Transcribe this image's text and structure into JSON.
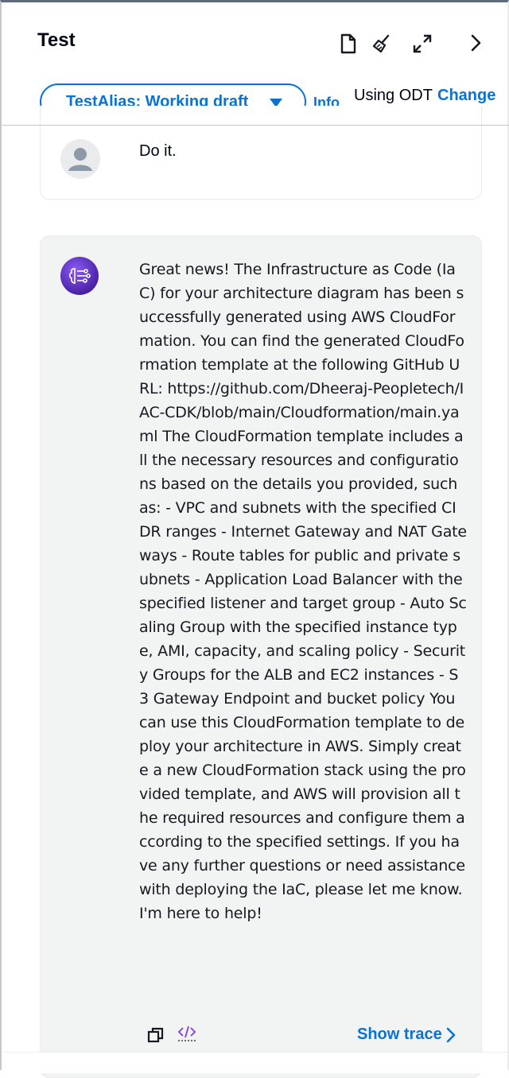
{
  "panel": {
    "title": "Test",
    "alias_select": "TestAlias: Working draft",
    "info_link": "Info",
    "odt_label": "Using ODT",
    "change_link": "Change"
  },
  "icons": {
    "header": [
      "document-icon",
      "broom-icon",
      "expand-icon",
      "chevron-right-icon"
    ],
    "message": [
      "copy-icon",
      "code-icon"
    ]
  },
  "messages": [
    {
      "role": "user",
      "text": "Do it."
    },
    {
      "role": "agent",
      "text": "Great news! The Infrastructure as Code (IaC) for your architecture diagram has been successfully generated using AWS CloudFormation. You can find the generated CloudFormation template at the following GitHub URL: https://github.com/Dheeraj-Peopletech/IAC-CDK/blob/main/Cloudformation/main.yaml The CloudFormation template includes all the necessary resources and configurations based on the details you provided, such as: - VPC and subnets with the specified CIDR ranges - Internet Gateway and NAT Gateways - Route tables for public and private subnets - Application Load Balancer with the specified listener and target group - Auto Scaling Group with the specified instance type, AMI, capacity, and scaling policy - Security Groups for the ALB and EC2 instances - S3 Gateway Endpoint and bucket policy You can use this CloudFormation template to deploy your architecture in AWS. Simply create a new CloudFormation stack using the provided template, and AWS will provision all the required resources and configure them according to the specified settings. If you have any further questions or need assistance with deploying the IaC, please let me know. I'm here to help!"
    }
  ],
  "trace": {
    "label": "Show trace"
  },
  "colors": {
    "accent": "#0972d3",
    "agent_bubble": "#f2f3f3",
    "text": "#16191f"
  }
}
